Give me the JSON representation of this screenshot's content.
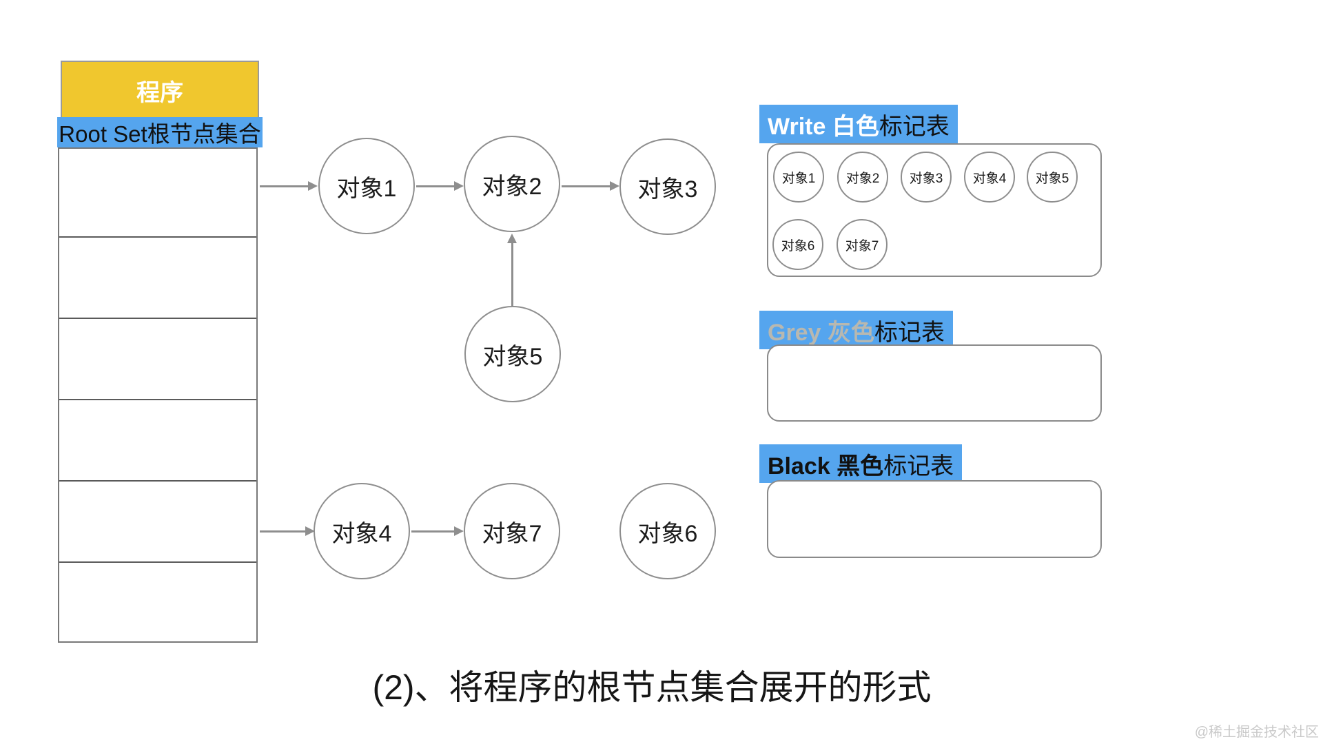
{
  "colors": {
    "program_yellow": "#f0c72e",
    "banner_blue": "#55a5ee",
    "grey_title_text": "#b8b8b0",
    "line_grey": "#8e8e8e",
    "table_border": "#787878",
    "watermark_grey": "#c9c9c9"
  },
  "left_panel": {
    "program_label": "程序",
    "root_set_label": "Root Set根节点集合",
    "empty_rows": 6
  },
  "graph": {
    "nodes": [
      {
        "id": "obj1",
        "label": "对象1"
      },
      {
        "id": "obj2",
        "label": "对象2"
      },
      {
        "id": "obj3",
        "label": "对象3"
      },
      {
        "id": "obj5",
        "label": "对象5"
      },
      {
        "id": "obj4",
        "label": "对象4"
      },
      {
        "id": "obj7",
        "label": "对象7"
      },
      {
        "id": "obj6",
        "label": "对象6"
      }
    ],
    "edges": [
      "root-set → 对象1",
      "对象1 → 对象2",
      "对象2 → 对象3",
      "对象5 → 对象2",
      "root-set → 对象4",
      "对象4 → 对象7"
    ]
  },
  "mark_tables": [
    {
      "name": "white",
      "title_highlight": "Write 白色",
      "title_rest": "标记表",
      "items": [
        "对象1",
        "对象2",
        "对象3",
        "对象4",
        "对象5",
        "对象6",
        "对象7"
      ]
    },
    {
      "name": "grey",
      "title_highlight": "Grey 灰色",
      "title_rest": "标记表",
      "items": []
    },
    {
      "name": "black",
      "title_highlight": "Black 黑色",
      "title_rest": "标记表",
      "items": []
    }
  ],
  "caption": "(2)、将程序的根节点集合展开的形式",
  "watermark": "@稀土掘金技术社区"
}
